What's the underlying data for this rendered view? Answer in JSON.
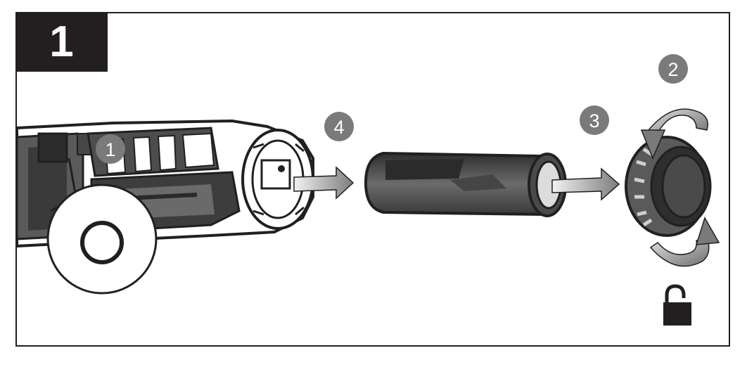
{
  "step_number": "1",
  "badges": {
    "b1": "1",
    "b2": "2",
    "b3": "3",
    "b4": "4"
  },
  "zoom_symbol": "O",
  "colors": {
    "ink": "#231f20",
    "badge": "#7a7a7a",
    "body_dark": "#3a3a3a",
    "body_mid": "#6d6d6d",
    "arrow": "#8c8c8c"
  }
}
